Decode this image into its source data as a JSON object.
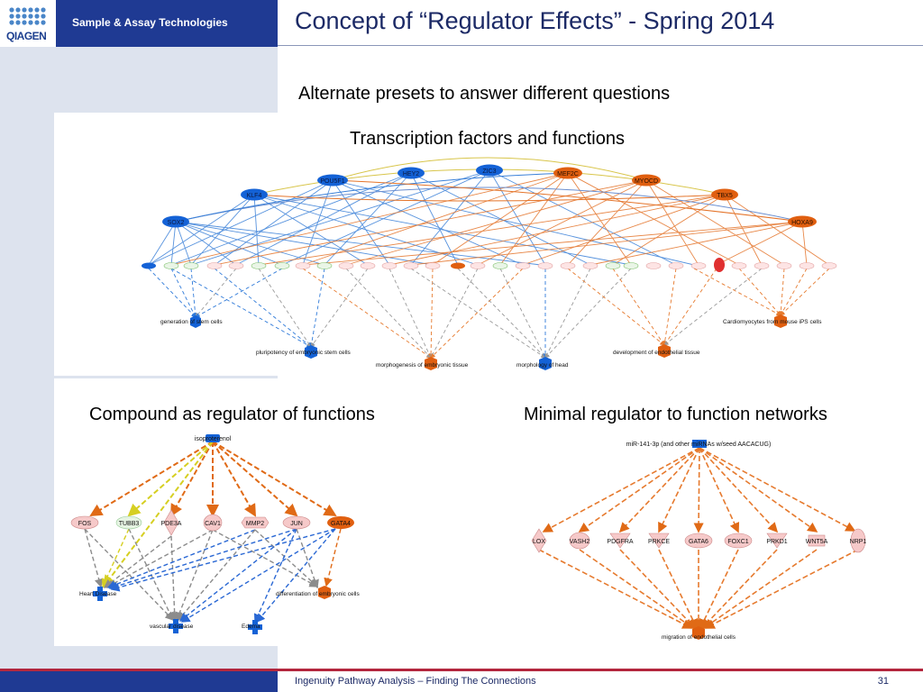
{
  "header": {
    "logo_text": "QIAGEN",
    "brand_tagline": "Sample & Assay Technologies",
    "title": "Concept of “Regulator Effects” - Spring 2014"
  },
  "subtitle": "Alternate presets to answer different questions",
  "panels": {
    "top": {
      "label": "Transcription factors and functions",
      "regulators_blue": [
        "POU5F1",
        "HEY2",
        "ZIC3",
        "KLF4",
        "SOX2"
      ],
      "regulators_orange": [
        "MEF2C",
        "MYOCD",
        "TBX5",
        "HOXA9"
      ],
      "functions": [
        "generation of stem cells",
        "pluripotency of embryonic stem cells",
        "morphogenesis of embryonic tissue",
        "morphology of head",
        "development of endothelial tissue",
        "Cardiomyocytes from mouse iPS cells"
      ]
    },
    "compound": {
      "label": "Compound as regulator of functions",
      "regulator": "isoproterenol",
      "targets": [
        "FOS",
        "TUBB3",
        "PDE3A",
        "CAV1",
        "MMP2",
        "JUN",
        "GATA4"
      ],
      "functions": [
        "Heart Disease",
        "differentiation of embryonic cells",
        "vascular disease",
        "Edema"
      ]
    },
    "minimal": {
      "label": "Minimal regulator to function networks",
      "regulator": "miR-141-3p (and other miRNAs w/seed AACACUG)",
      "targets": [
        "LOX",
        "VASH2",
        "PDGFRA",
        "PRKCE",
        "GATA6",
        "FOXC1",
        "PRKD1",
        "WNT5A",
        "NRP1"
      ],
      "function": "migration of endothelial cells"
    }
  },
  "colors": {
    "brand_blue": "#1f3a93",
    "band": "#dde3ee",
    "accent_red": "#b3263d",
    "node_blue": "#1462d6",
    "node_orange": "#e05f10",
    "node_pink": "#f6c9c9"
  },
  "footer": {
    "text": "Ingenuity Pathway Analysis – Finding The Connections",
    "page": "31"
  }
}
